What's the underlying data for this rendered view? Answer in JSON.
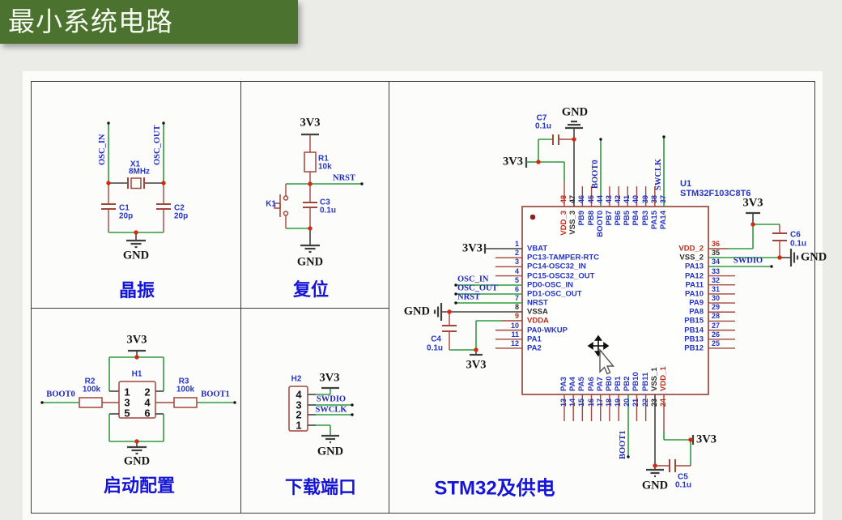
{
  "banner": {
    "title": "最小系统电路"
  },
  "labels": {
    "gnd": "GND",
    "v33": "3V3"
  },
  "colors": {
    "banner_bg": "#4c7230",
    "wire_green": "#2e9b3e",
    "component_red": "#a2453a",
    "label_blue": "#2635c8",
    "caption_blue": "#1415d6",
    "power_pin_red": "#c32a18"
  },
  "sections": {
    "crystal": {
      "caption": "晶振",
      "net_in": "OSC_IN",
      "net_out": "OSC_OUT",
      "x1_ref": "X1",
      "x1_value": "8MHz",
      "c1_ref": "C1",
      "c1_value": "20p",
      "c2_ref": "C2",
      "c2_value": "20p"
    },
    "reset": {
      "caption": "复位",
      "r1_ref": "R1",
      "r1_value": "10k",
      "net": "NRST",
      "k1_ref": "K1",
      "c3_ref": "C3",
      "c3_value": "0.1u"
    },
    "boot": {
      "caption": "启动配置",
      "header_ref": "H1",
      "pin_nums": [
        "1",
        "2",
        "3",
        "4",
        "5",
        "6"
      ],
      "r2_ref": "R2",
      "r2_value": "100k",
      "r3_ref": "R3",
      "r3_value": "100k",
      "net_left": "BOOT0",
      "net_right": "BOOT1"
    },
    "download": {
      "caption": "下载端口",
      "header_ref": "H2",
      "pin_nums": [
        "4",
        "3",
        "2",
        "1"
      ],
      "net_swdio": "SWDIO",
      "net_swclk": "SWCLK"
    },
    "stm32": {
      "caption": "STM32及供电",
      "ref": "U1",
      "part": "STM32F103C8T6",
      "c7_ref": "C7",
      "c7_value": "0.1u",
      "c4_ref": "C4",
      "c4_value": "0.1u",
      "c5_ref": "C5",
      "c5_value": "0.1u",
      "c6_ref": "C6",
      "c6_value": "0.1u",
      "net_boot0": "BOOT0",
      "net_swclk": "SWCLK",
      "net_swdio": "SWDIO",
      "net_osc_in": "OSC_IN",
      "net_osc_out": "OSC_OUT",
      "net_nrst": "NRST",
      "net_boot1": "BOOT1",
      "top_pins": [
        {
          "num": "48",
          "name": "VDD_3",
          "type": "vdd"
        },
        {
          "num": "47",
          "name": "VSS_3",
          "type": "vss"
        },
        {
          "num": "46",
          "name": "PB9"
        },
        {
          "num": "45",
          "name": "PB8"
        },
        {
          "num": "44",
          "name": "BOOT0"
        },
        {
          "num": "43",
          "name": "PB7"
        },
        {
          "num": "42",
          "name": "PB6"
        },
        {
          "num": "41",
          "name": "PB5"
        },
        {
          "num": "40",
          "name": "PB4"
        },
        {
          "num": "39",
          "name": "PB3"
        },
        {
          "num": "38",
          "name": "PA15"
        },
        {
          "num": "37",
          "name": "PA14"
        }
      ],
      "left_pins": [
        {
          "num": "1",
          "name": "VBAT"
        },
        {
          "num": "2",
          "name": "PC13-TAMPER-RTC"
        },
        {
          "num": "3",
          "name": "PC14-OSC32_IN"
        },
        {
          "num": "4",
          "name": "PC15-OSC32_OUT"
        },
        {
          "num": "5",
          "name": "PD0-OSC_IN"
        },
        {
          "num": "6",
          "name": "PD1-OSC_OUT"
        },
        {
          "num": "7",
          "name": "NRST"
        },
        {
          "num": "8",
          "name": "VSSA",
          "type": "vss"
        },
        {
          "num": "9",
          "name": "VDDA",
          "type": "vdd"
        },
        {
          "num": "10",
          "name": "PA0-WKUP"
        },
        {
          "num": "11",
          "name": "PA1"
        },
        {
          "num": "12",
          "name": "PA2"
        }
      ],
      "right_pins": [
        {
          "num": "36",
          "name": "VDD_2",
          "type": "vdd"
        },
        {
          "num": "35",
          "name": "VSS_2",
          "type": "vss"
        },
        {
          "num": "34",
          "name": "PA13"
        },
        {
          "num": "33",
          "name": "PA12"
        },
        {
          "num": "32",
          "name": "PA11"
        },
        {
          "num": "31",
          "name": "PA10"
        },
        {
          "num": "30",
          "name": "PA9"
        },
        {
          "num": "29",
          "name": "PA8"
        },
        {
          "num": "28",
          "name": "PB15"
        },
        {
          "num": "27",
          "name": "PB14"
        },
        {
          "num": "26",
          "name": "PB13"
        },
        {
          "num": "25",
          "name": "PB12"
        }
      ],
      "bottom_pins": [
        {
          "num": "13",
          "name": "PA3"
        },
        {
          "num": "14",
          "name": "PA4"
        },
        {
          "num": "15",
          "name": "PA5"
        },
        {
          "num": "16",
          "name": "PA6"
        },
        {
          "num": "17",
          "name": "PA7"
        },
        {
          "num": "18",
          "name": "PB0"
        },
        {
          "num": "19",
          "name": "PB1"
        },
        {
          "num": "20",
          "name": "PB2"
        },
        {
          "num": "21",
          "name": "PB10"
        },
        {
          "num": "22",
          "name": "PB11"
        },
        {
          "num": "23",
          "name": "VSS_1",
          "type": "vss"
        },
        {
          "num": "24",
          "name": "VDD_1",
          "type": "vdd"
        }
      ]
    }
  }
}
